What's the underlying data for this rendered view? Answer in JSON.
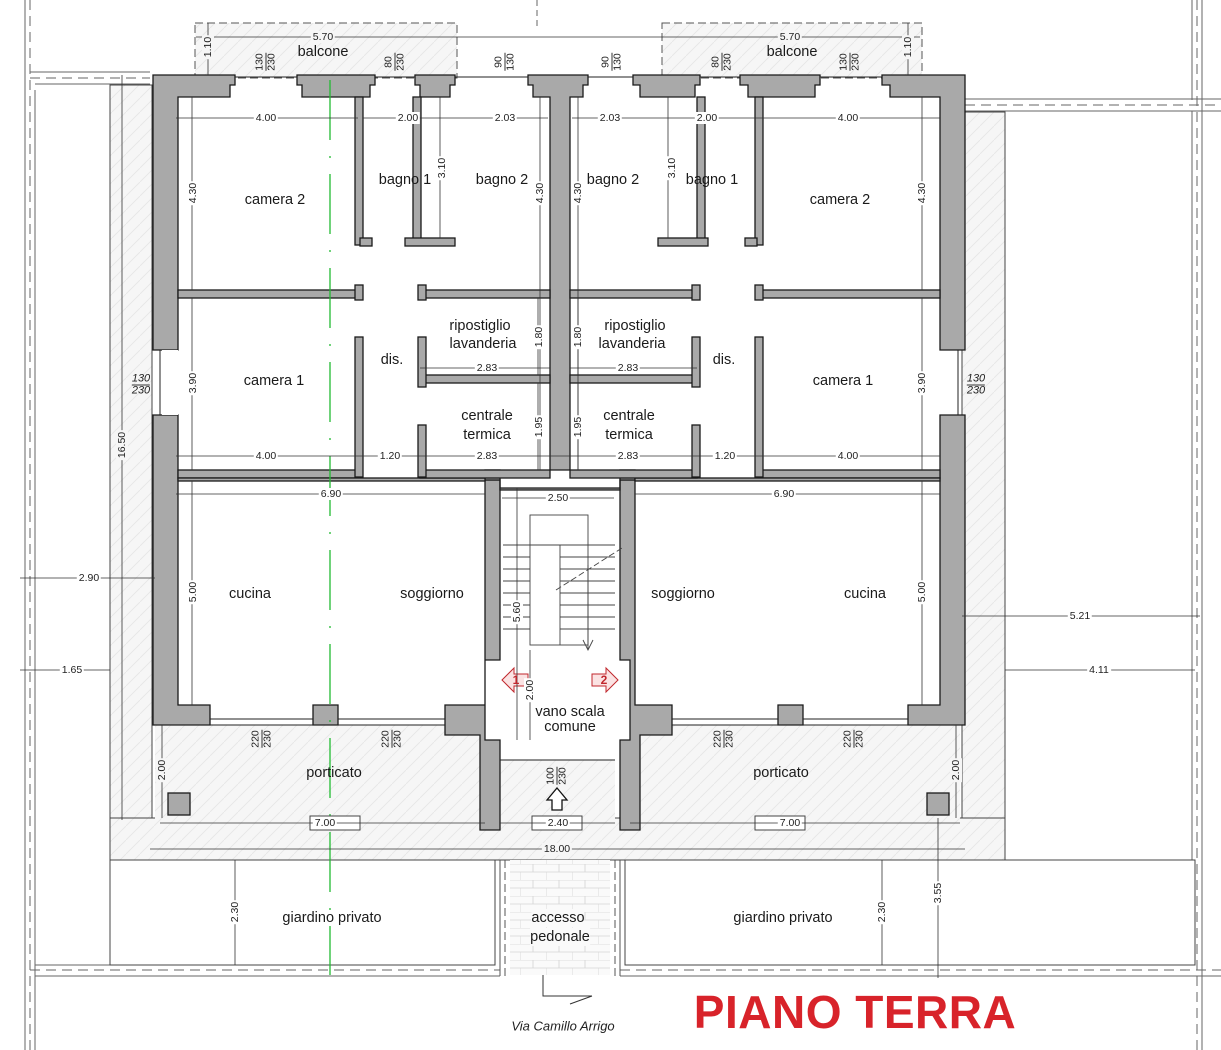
{
  "title": "PIANO TERRA",
  "title_color": "#d8232a",
  "street": "Via Camillo Arrigo",
  "colors": {
    "wall": "#a9a9a9",
    "wall_stroke": "#1a1a1a",
    "paving": "#f5f5f5",
    "axis_line": "#22bb33",
    "arrow_red": "#c0272d"
  },
  "rooms": {
    "left": {
      "balcone": "balcone",
      "camera2": "camera 2",
      "bagno1": "bagno 1",
      "bagno2": "bagno 2",
      "camera1": "camera 1",
      "dis": "dis.",
      "ripostiglio": "ripostiglio",
      "lavanderia": "lavanderia",
      "centrale": "centrale",
      "termica": "termica",
      "cucina": "cucina",
      "soggiorno": "soggiorno",
      "porticato": "porticato",
      "giardino": "giardino privato"
    },
    "right": {
      "balcone": "balcone",
      "camera2": "camera 2",
      "bagno1": "bagno 1",
      "bagno2": "bagno 2",
      "camera1": "camera 1",
      "dis": "dis.",
      "ripostiglio": "ripostiglio",
      "lavanderia": "lavanderia",
      "centrale": "centrale",
      "termica": "termica",
      "cucina": "cucina",
      "soggiorno": "soggiorno",
      "porticato": "porticato",
      "giardino": "giardino privato"
    },
    "center": {
      "vano_scala_1": "vano scala",
      "vano_scala_2": "comune",
      "accesso_1": "accesso",
      "accesso_2": "pedonale",
      "unit_1": "1",
      "unit_2": "2"
    }
  },
  "dimensions": {
    "balcone_width": "5.70",
    "balcone_depth": "1.10",
    "camera2_width": "4.00",
    "camera2_depth": "4.30",
    "bagno1_width": "2.00",
    "bagno1_depth": "3.10",
    "bagno2_width": "2.03",
    "bagno2_depth": "4.30",
    "camera1_width": "4.00",
    "camera1_depth": "3.90",
    "dis_width": "1.20",
    "ripostiglio_width": "2.83",
    "ripostiglio_depth": "1.80",
    "centrale_width": "2.83",
    "centrale_depth": "1.95",
    "soggiorno_width": "6.90",
    "cucina_depth": "5.00",
    "scala_width": "2.50",
    "scala_depth": "5.60",
    "scala_landing": "2.00",
    "porticato_depth": "2.00",
    "porticato_width": "7.00",
    "ingresso_width": "2.40",
    "total_width": "18.00",
    "total_depth": "16.50",
    "side_left_outer": "2.90",
    "side_left_inner": "1.65",
    "side_right_outer": "5.21",
    "side_right_inner": "4.11",
    "giardino_depth": "2.30",
    "giardino_total": "3.55"
  },
  "openings": {
    "balcone_window_a": {
      "num": "130",
      "den": "230"
    },
    "balcone_window_b": {
      "num": "80",
      "den": "230"
    },
    "bagno_window": {
      "num": "90",
      "den": "130"
    },
    "side_window": {
      "num": "130",
      "den": "230"
    },
    "porticato_window": {
      "num": "220",
      "den": "230"
    },
    "ingresso_door": {
      "num": "100",
      "den": "230"
    }
  }
}
